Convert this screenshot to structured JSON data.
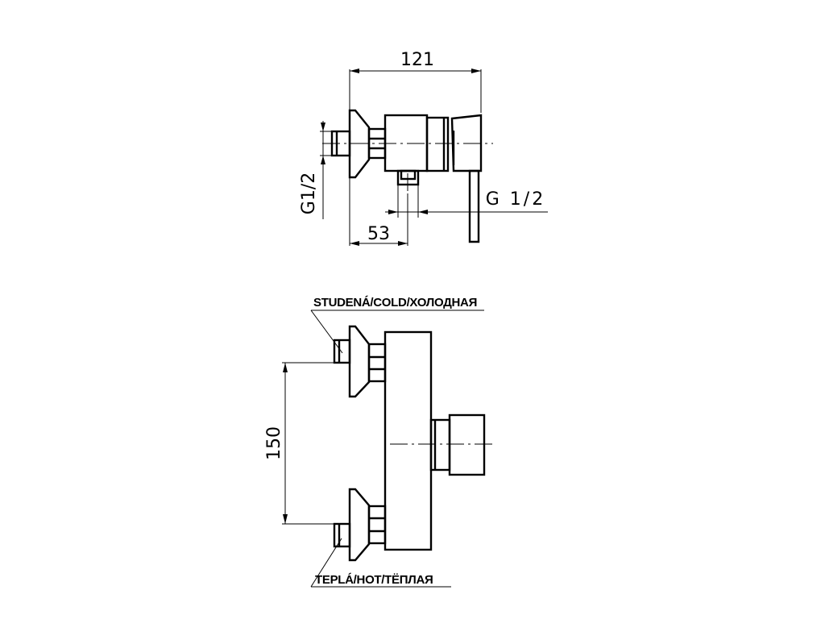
{
  "side_view": {
    "width_dim": "121",
    "inlet_thread_dim": "G1/2",
    "offset_dim": "53",
    "outlet_thread_dim": "G 1/2"
  },
  "front_view": {
    "spacing_dim": "150",
    "cold_label": "STUDENÁ/COLD/ХОЛОДНАЯ",
    "hot_label": "TEPLÁ/HOT/TЁПЛАЯ"
  }
}
